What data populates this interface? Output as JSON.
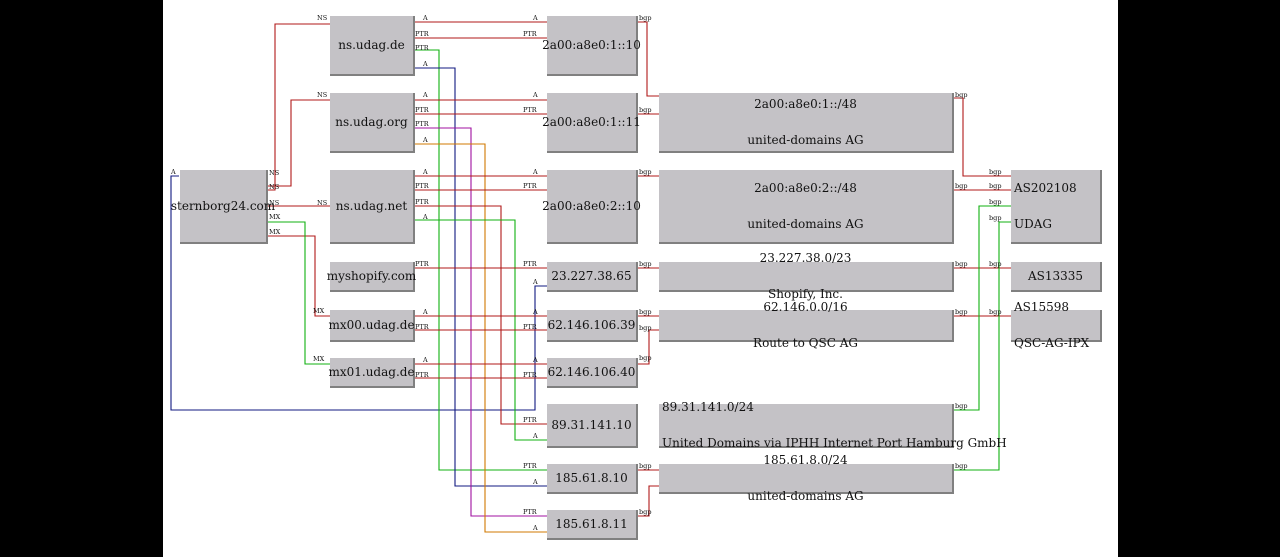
{
  "colors": {
    "red": "#b01818",
    "green": "#10b010",
    "navy": "#101880",
    "purple": "#a010a0",
    "orange": "#d07800",
    "background": "#000000",
    "canvas": "#ffffff",
    "node_fill": "#c4c2c6"
  },
  "nodes": {
    "sternborg": {
      "line1": "sternborg24.com",
      "line2": ""
    },
    "ns_udag_de": {
      "line1": "ns.udag.de",
      "line2": ""
    },
    "ns_udag_org": {
      "line1": "ns.udag.org",
      "line2": ""
    },
    "ns_udag_net": {
      "line1": "ns.udag.net",
      "line2": ""
    },
    "myshopify": {
      "line1": "myshopify.com",
      "line2": ""
    },
    "mx00": {
      "line1": "mx00.udag.de",
      "line2": ""
    },
    "mx01": {
      "line1": "mx01.udag.de",
      "line2": ""
    },
    "ip_a8e0_1_10": {
      "line1": "2a00:a8e0:1::10",
      "line2": ""
    },
    "ip_a8e0_1_11": {
      "line1": "2a00:a8e0:1::11",
      "line2": ""
    },
    "ip_a8e0_2_10": {
      "line1": "2a00:a8e0:2::10",
      "line2": ""
    },
    "ip_23": {
      "line1": "23.227.38.65",
      "line2": ""
    },
    "ip_62_39": {
      "line1": "62.146.106.39",
      "line2": ""
    },
    "ip_62_40": {
      "line1": "62.146.106.40",
      "line2": ""
    },
    "ip_89": {
      "line1": "89.31.141.10",
      "line2": ""
    },
    "ip_185_10": {
      "line1": "185.61.8.10",
      "line2": ""
    },
    "ip_185_11": {
      "line1": "185.61.8.11",
      "line2": ""
    },
    "pfx_1": {
      "line1": "2a00:a8e0:1::/48",
      "line2": "united-domains AG"
    },
    "pfx_2": {
      "line1": "2a00:a8e0:2::/48",
      "line2": "united-domains AG"
    },
    "pfx_23": {
      "line1": "23.227.38.0/23",
      "line2": "Shopify, Inc."
    },
    "pfx_62": {
      "line1": "62.146.0.0/16",
      "line2": "Route to QSC AG"
    },
    "pfx_89": {
      "line1": "89.31.141.0/24",
      "line2": "United Domains via IPHH Internet Port Hamburg GmbH"
    },
    "pfx_185": {
      "line1": "185.61.8.0/24",
      "line2": "united-domains AG"
    },
    "as_202108": {
      "line1": "AS202108",
      "line2": "UDAG"
    },
    "as_13335": {
      "line1": "AS13335",
      "line2": ""
    },
    "as_15598": {
      "line1": "AS15598",
      "line2": "QSC-AG-IPX"
    }
  },
  "edge_labels": {
    "ns": "NS",
    "mx": "MX",
    "a": "A",
    "ptr": "PTR",
    "bgp": "bgp"
  }
}
